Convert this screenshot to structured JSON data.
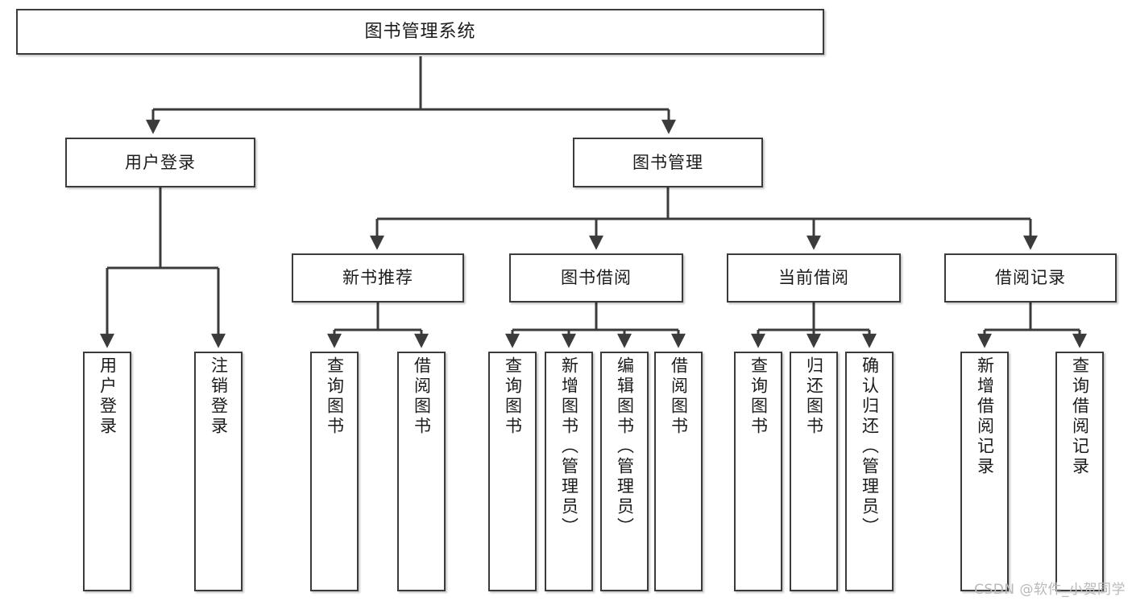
{
  "diagram": {
    "title": "图书管理系统",
    "type": "hierarchy-tree",
    "watermark": "CSDN @软件_小贺同学",
    "colors": {
      "box_border": "#3b3b3b",
      "box_fill": "#ffffff",
      "connector": "#3b3b3b",
      "text": "#1b1b1b",
      "watermark": "#b9b9b9",
      "background": "#ffffff"
    },
    "nodes": {
      "root": {
        "label": "图书管理系统"
      },
      "level2": [
        {
          "label": "用户登录"
        },
        {
          "label": "图书管理"
        }
      ],
      "level3": [
        {
          "label": "新书推荐"
        },
        {
          "label": "图书借阅"
        },
        {
          "label": "当前借阅"
        },
        {
          "label": "借阅记录"
        }
      ],
      "leaves": {
        "user_login": [
          {
            "label": "用户登录"
          },
          {
            "label": "注销登录"
          }
        ],
        "new_book_recommend": [
          {
            "label": "查询图书"
          },
          {
            "label": "借阅图书"
          }
        ],
        "book_borrow": [
          {
            "label": "查询图书"
          },
          {
            "label": "新增图书（管理员）"
          },
          {
            "label": "编辑图书（管理员）"
          },
          {
            "label": "借阅图书"
          }
        ],
        "current_borrow": [
          {
            "label": "查询图书"
          },
          {
            "label": "归还图书"
          },
          {
            "label": "确认归还（管理员）"
          }
        ],
        "borrow_records": [
          {
            "label": "新增借阅记录"
          },
          {
            "label": "查询借阅记录"
          }
        ]
      }
    }
  }
}
